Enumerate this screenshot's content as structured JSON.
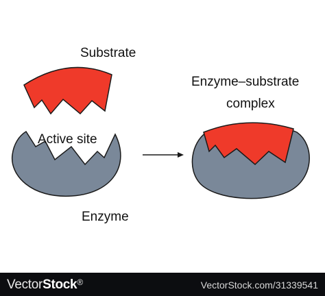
{
  "labels": {
    "substrate": "Substrate",
    "active_site": "Active site",
    "enzyme": "Enzyme",
    "complex_line1": "Enzyme–substrate",
    "complex_line2": "complex"
  },
  "footer": {
    "brand_part1": "Vector",
    "brand_part2": "Stock",
    "brand_part3": "®",
    "image_id": "VectorStock.com/31339541"
  },
  "colors": {
    "substrate_red": "#ef3a2a",
    "enzyme_gray": "#7a8899",
    "outline": "#1a1a1a",
    "arrow": "#1a1a1a",
    "footer_bg": "#0c0d10"
  }
}
